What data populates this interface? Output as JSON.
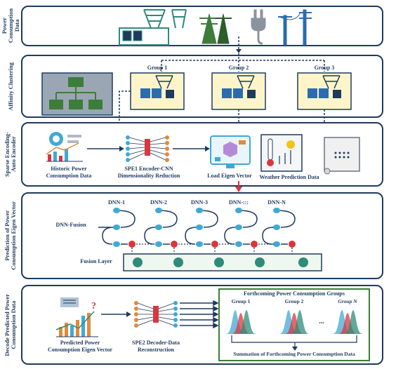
{
  "bands": [
    {
      "id": "power",
      "label": "Power\nConsumption\nData"
    },
    {
      "id": "affinity",
      "label": "Affinity Clustering"
    },
    {
      "id": "sparse",
      "label": "Sparse Encoding-\nAuto Encoder"
    },
    {
      "id": "prediction",
      "label": "Prediction of Power\nConsumption Eigen Vector"
    },
    {
      "id": "decode",
      "label": "Decode Predicted Power\nConsumption Data"
    }
  ],
  "affinity": {
    "groups": [
      "Group 1",
      "Group 2",
      "Group 3"
    ]
  },
  "sparse": {
    "historic": "Historic Power\nConsumption Data",
    "encoder": "SPE1 Encoder-CNN\nDimensionality Reduction",
    "load": "Load Eigen Vector",
    "weather": "Weather Prediction Data"
  },
  "prediction": {
    "fusion_label": "DNN-Fusion",
    "dnns": [
      "DNN-1",
      "DNN-2",
      "DNN-3",
      "DNN-:::",
      "DNN-N"
    ],
    "fusion_layer": "Fusion Layer"
  },
  "decode": {
    "predicted": "Predicted Power\nConsumption Eigen Vector",
    "decoder": "SPE2 Decoder-Data\nReconstruction",
    "forthcoming_title": "Forthcoming Power Consumption Groups",
    "groups": [
      "Group 1",
      "Group 2",
      "Group N"
    ],
    "ellipsis": "...",
    "summation": "Summation of Forthcoming Power Consumption Data"
  },
  "colors": {
    "navy": "#1f3a5f",
    "teal": "#2e8b7a",
    "cyan": "#3fa9d6",
    "red": "#d9363e",
    "yellow": "#fdf5c9",
    "green": "#3c7d3a"
  }
}
